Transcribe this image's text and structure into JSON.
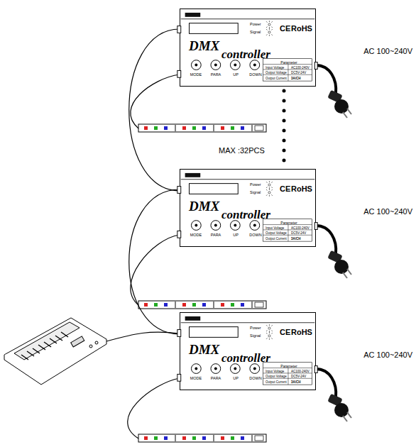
{
  "diagram": {
    "nodes": [
      {
        "text": [
          "CE",
          "RoHS",
          "Power",
          "Signal",
          "DMX",
          "controller",
          "MODE",
          "PARA",
          "UP",
          "DOWN",
          "Parameter",
          "Input Voltage",
          "AC100-240V",
          "Output Voltage",
          "DC5V-24V",
          "Output Current",
          "3A/CH"
        ]
      },
      {
        "text": [
          "CE",
          "RoHS",
          "Power",
          "Signal",
          "DMX",
          "controller",
          "MODE",
          "PARA",
          "UP",
          "DOWN",
          "Parameter",
          "Input Voltage",
          "AC100-240V",
          "Output Voltage",
          "DC5V-24V",
          "Output Current",
          "3A/CH"
        ]
      },
      {
        "text": [
          "CE",
          "RoHS",
          "Power",
          "Signal",
          "DMX",
          "controller",
          "MODE",
          "PARA",
          "UP",
          "DOWN",
          "Parameter",
          "Input Voltage",
          "AC100-240V",
          "Output Voltage",
          "DC5V-24V",
          "Output Current",
          "3A/CH"
        ]
      }
    ],
    "edges": [
      {
        "from": 0,
        "to": 1,
        "arrow": "none"
      },
      {
        "from": 1,
        "to": 2,
        "arrow": "none"
      }
    ],
    "labels": [
      "MAX :32PCS",
      "AC 100~240V",
      "AC 100~240V",
      "AC 100~240V"
    ]
  }
}
